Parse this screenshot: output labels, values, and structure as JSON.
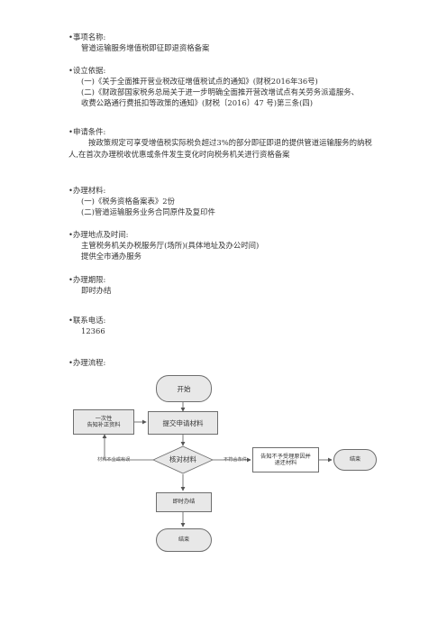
{
  "sections": [
    {
      "head": "•事项名称:",
      "lines": [
        "管道运输服务增值税即征即退资格备案"
      ]
    },
    {
      "head": "•设立依据:",
      "lines": [
        "(一)《关于全面推开营业税改征增值税试点的通知》(财税2016年36号)",
        "(二)《财政部国家税务总局关于进一步明确全面推开营改增试点有关劳务派遣服务、",
        "收费公路通行费抵扣等政策的通知》(财税〔2016〕47 号)第三条(四)"
      ]
    },
    {
      "head": "•申请条件:",
      "paragraph": "按政策规定可享受增值税实际税负超过3%的部分即征即退的提供管道运输服务的纳税人,在首次办理税收优惠或条件发生变化时向税务机关进行资格备案"
    },
    {
      "head": "•办理材料:",
      "lines": [
        "(一)《税务资格备案表》2份",
        "(二)管道运输服务业务合同原件及复印件"
      ]
    },
    {
      "head": "•办理地点及时间:",
      "lines": [
        "主管税务机关办税服务厅(场所)(具体地址及办公时间)",
        "提供全市通办服务"
      ]
    },
    {
      "head": "•办理期限:",
      "lines": [
        "即时办结"
      ]
    },
    {
      "head": "•联系电话:",
      "lines": [
        "12366"
      ]
    },
    {
      "head": "•办理流程:",
      "lines": []
    }
  ],
  "flow": {
    "start": "开始",
    "notice": [
      "一次性",
      "告知补正资料"
    ],
    "submit": "提交申请材料",
    "verify": "核对材料",
    "incomplete": "材料不全或有误",
    "noncompliant": "不符合条件",
    "reject": [
      "告知不予受理原因并",
      "退还材料"
    ],
    "end1": "结束",
    "done": "即时办结",
    "end2": "结束"
  }
}
